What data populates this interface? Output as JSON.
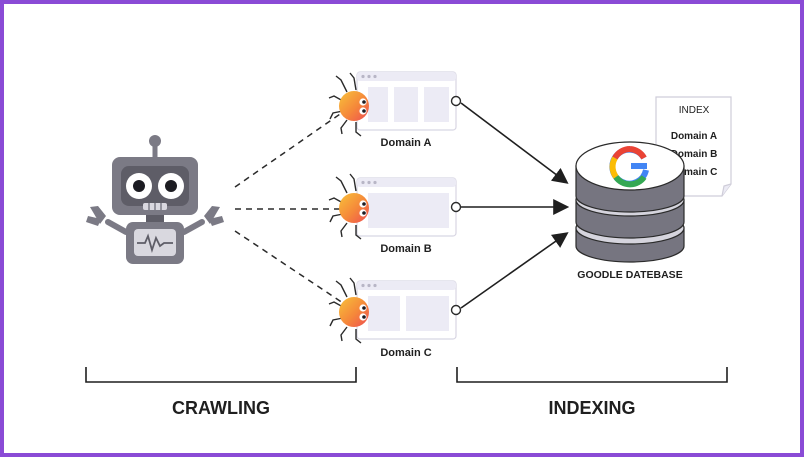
{
  "domains": [
    {
      "label": "Domain A"
    },
    {
      "label": "Domain B"
    },
    {
      "label": "Domain C"
    }
  ],
  "index_doc": {
    "title": "INDEX",
    "entries": [
      "Domain A",
      "Domain B",
      "Domain C"
    ]
  },
  "database": {
    "label": "GOODLE DATEBASE",
    "logo": "G"
  },
  "sections": {
    "crawling": "CRAWLING",
    "indexing": "INDEXING"
  },
  "colors": {
    "frame": "#8a4bd6",
    "robot": "#7b7a85",
    "spider_orange": "#f5a234",
    "spider_red": "#ee4d52",
    "browser_fill": "#ecebf5"
  },
  "icons": [
    "robot-icon",
    "spider-icon",
    "browser-window-icon",
    "database-icon",
    "google-logo-icon",
    "document-icon"
  ]
}
